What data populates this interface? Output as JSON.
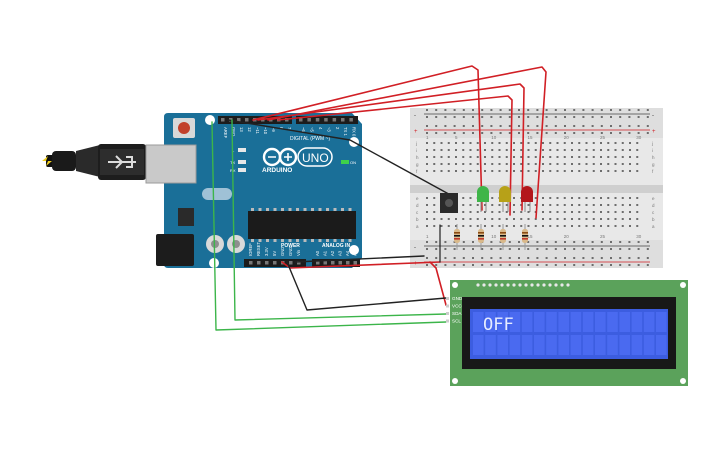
{
  "arduino": {
    "brand": "ARDUINO",
    "model": "UNO",
    "digital_label": "DIGITAL (PWM ~)",
    "power_label": "POWER",
    "analog_label": "ANALOG IN",
    "on_label": "ON",
    "tx_label": "TX",
    "rx_label": "RX",
    "l_label": "L",
    "digital_pins": [
      "AREF",
      "GND",
      "13",
      "12",
      "~11",
      "~10",
      "~9",
      "8",
      "7",
      "~6",
      "~5",
      "4",
      "~3",
      "2",
      "TX 1",
      "RX 0"
    ],
    "power_pins": [
      "IOREF",
      "RESET",
      "3.3V",
      "5V",
      "GND",
      "GND",
      "Vin"
    ],
    "analog_pins": [
      "A0",
      "A1",
      "A2",
      "A3",
      "A4",
      "A5"
    ]
  },
  "breadboard": {
    "column_numbers": [
      "1",
      "5",
      "10",
      "15",
      "20",
      "25",
      "30"
    ],
    "row_letters_top": [
      "j",
      "i",
      "h",
      "g",
      "f"
    ],
    "row_letters_bottom": [
      "e",
      "d",
      "c",
      "b",
      "a"
    ],
    "rail_plus": "+",
    "rail_minus": "-"
  },
  "lcd": {
    "display_text": "OFF",
    "pins": [
      "GND",
      "VCC",
      "SDA",
      "SCL"
    ]
  },
  "leds": [
    {
      "color_name": "green",
      "color": "#3fb549"
    },
    {
      "color_name": "yellow",
      "color": "#b7a118"
    },
    {
      "color_name": "red",
      "color": "#b3161b"
    }
  ],
  "colors": {
    "arduino_board": "#1a6f98",
    "wire_red": "#d11f25",
    "wire_black": "#222222",
    "wire_green": "#3cb54a",
    "lcd_pcb": "#5ba25b",
    "lcd_screen": "#3c5de0",
    "breadboard": "#e8e8e8"
  }
}
